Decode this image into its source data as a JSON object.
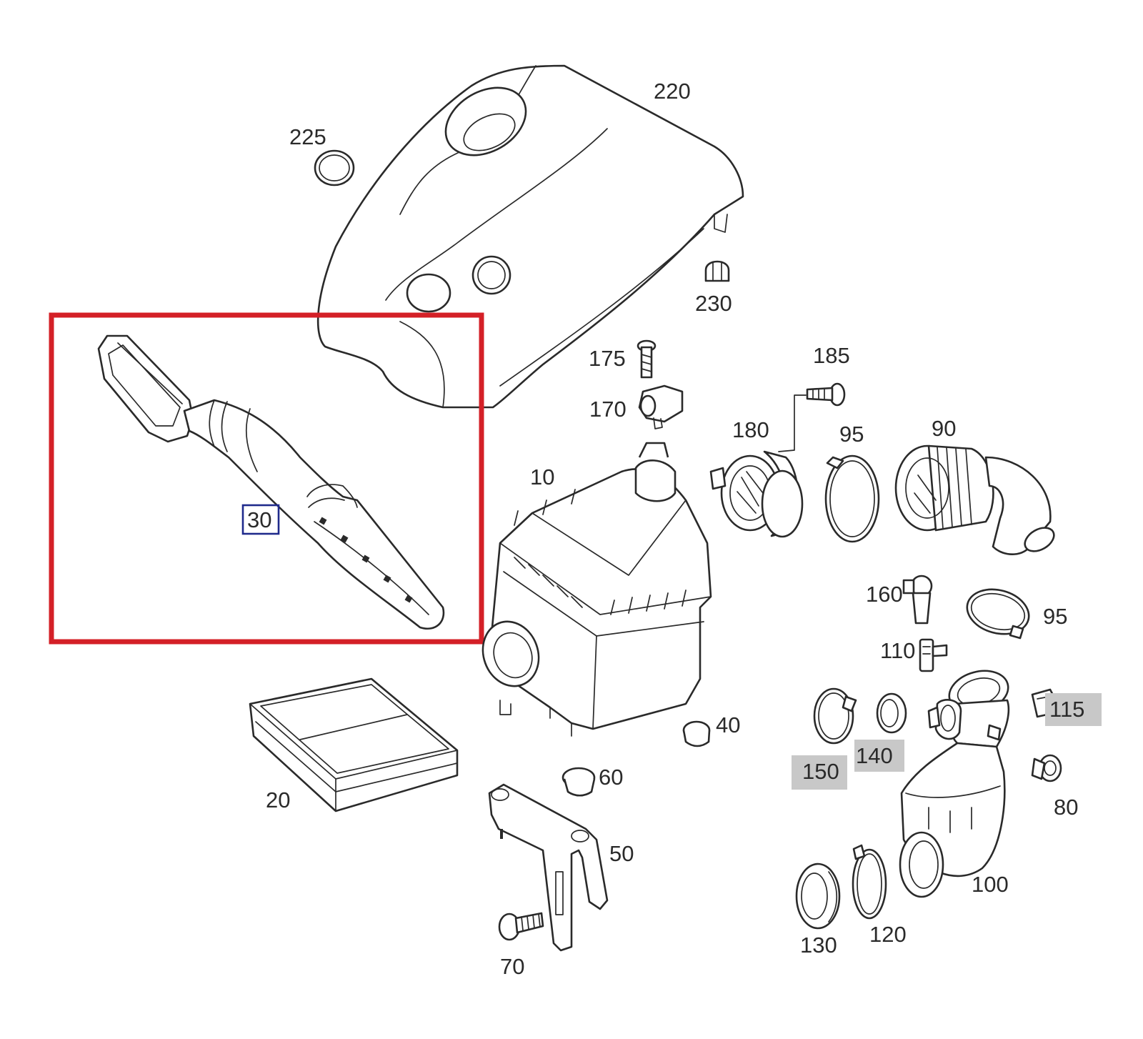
{
  "diagram": {
    "highlight_color": "#d42027",
    "selected_color": "#1f2a8c",
    "selected_part": "30",
    "shaded_callouts": [
      "115",
      "140",
      "150"
    ],
    "labels": {
      "p10": "10",
      "p20": "20",
      "p30": "30",
      "p40": "40",
      "p50": "50",
      "p60": "60",
      "p70": "70",
      "p80": "80",
      "p90": "90",
      "p95a": "95",
      "p95b": "95",
      "p100": "100",
      "p110": "110",
      "p115": "115",
      "p120": "120",
      "p130": "130",
      "p140": "140",
      "p150": "150",
      "p160": "160",
      "p170": "170",
      "p175": "175",
      "p180": "180",
      "p185": "185",
      "p220": "220",
      "p225": "225",
      "p230": "230"
    }
  }
}
